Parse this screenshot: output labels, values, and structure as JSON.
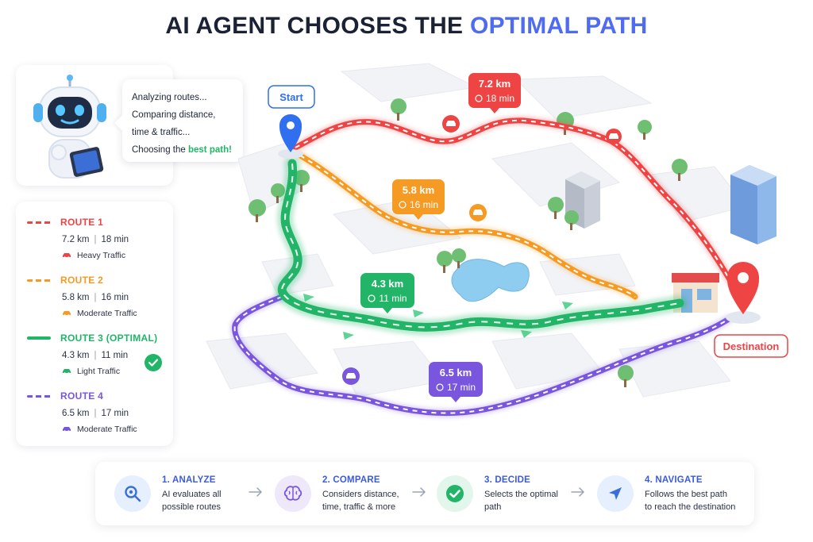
{
  "title": {
    "prefix": "AI AGENT CHOOSES THE",
    "highlight": "OPTIMAL PATH"
  },
  "robot": {
    "bubble_line1": "Analyzing routes...",
    "bubble_line2": "Comparing distance,",
    "bubble_line3": "time & traffic...",
    "bubble_line4_prefix": "Choosing the",
    "bubble_line4_highlight": "best path!"
  },
  "legend": {
    "routes": [
      {
        "name": "ROUTE 1",
        "distance": "7.2 km",
        "time": "18 min",
        "traffic": "Heavy Traffic",
        "color": "#ee4444",
        "style": "dashed"
      },
      {
        "name": "ROUTE 2",
        "distance": "5.8 km",
        "time": "16 min",
        "traffic": "Moderate Traffic",
        "color": "#f59a23",
        "style": "dashed"
      },
      {
        "name": "ROUTE 3 (OPTIMAL)",
        "distance": "4.3 km",
        "time": "11 min",
        "traffic": "Light Traffic",
        "color": "#22b567",
        "style": "solid"
      },
      {
        "name": "ROUTE 4",
        "distance": "6.5 km",
        "time": "17 min",
        "traffic": "Moderate Traffic",
        "color": "#7a55de",
        "style": "dashed"
      }
    ],
    "optimal_marker_icon": "check-circle-icon"
  },
  "map": {
    "start_label": "Start",
    "destination_label": "Destination",
    "route_labels": [
      {
        "distance": "7.2 km",
        "time": "18 min",
        "color": "#ee4444"
      },
      {
        "distance": "5.8 km",
        "time": "16 min",
        "color": "#f59a23"
      },
      {
        "distance": "4.3 km",
        "time": "11 min",
        "color": "#22b567"
      },
      {
        "distance": "6.5 km",
        "time": "17 min",
        "color": "#7a55de"
      }
    ]
  },
  "steps": [
    {
      "title": "1. ANALYZE",
      "line1": "AI evaluates all",
      "line2": "possible routes",
      "icon": "magnifier-icon"
    },
    {
      "title": "2. COMPARE",
      "line1": "Considers distance,",
      "line2": "time, traffic & more",
      "icon": "brain-icon"
    },
    {
      "title": "3. DECIDE",
      "line1": "Selects the optimal",
      "line2": "path",
      "icon": "check-icon"
    },
    {
      "title": "4. NAVIGATE",
      "line1": "Follows the best path",
      "line2": "to reach the destination",
      "icon": "navigation-arrow-icon"
    }
  ],
  "colors": {
    "accent": "#4f6bf0",
    "optimal": "#22b567",
    "start_pin": "#2f6ff0",
    "destination_pin": "#ee4444"
  }
}
